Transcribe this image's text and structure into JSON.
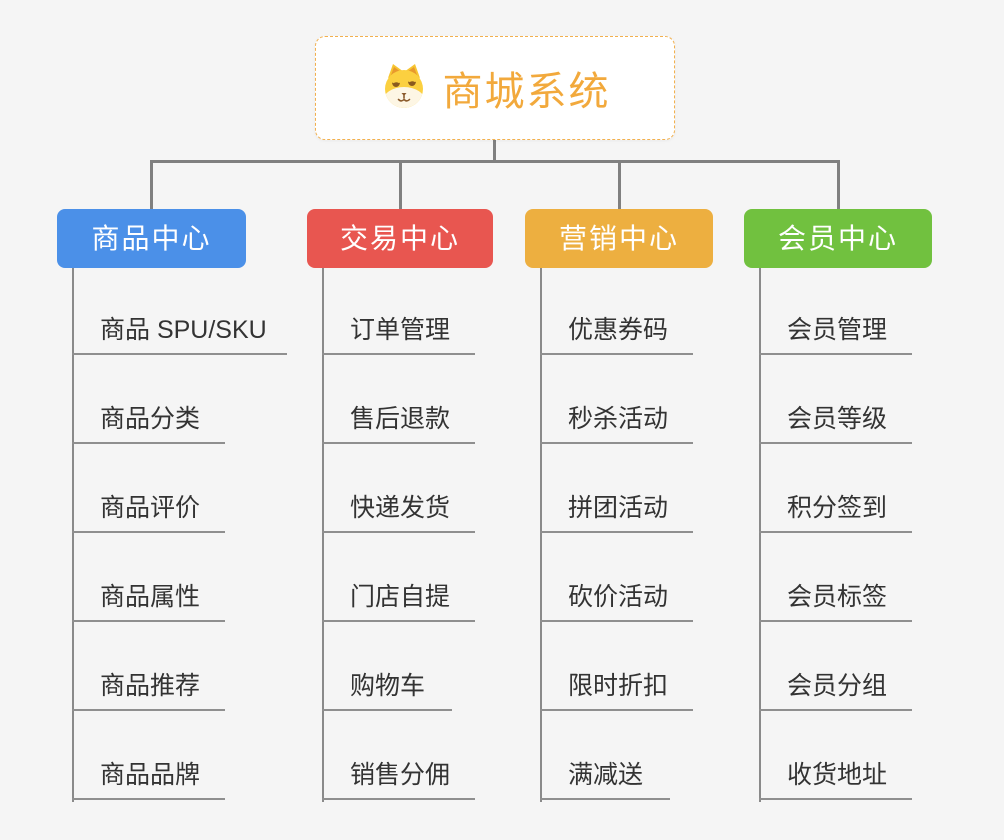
{
  "root": {
    "title": "商城系统",
    "icon": "dog-icon",
    "title_color": "#f2a93c",
    "border_color": "#f2b04e"
  },
  "connector_color": "#808080",
  "branches": [
    {
      "label": "商品中心",
      "color": "#4b90e8",
      "items": [
        "商品 SPU/SKU",
        "商品分类",
        "商品评价",
        "商品属性",
        "商品推荐",
        "商品品牌"
      ]
    },
    {
      "label": "交易中心",
      "color": "#e85650",
      "items": [
        "订单管理",
        "售后退款",
        "快递发货",
        "门店自提",
        "购物车",
        "销售分佣"
      ]
    },
    {
      "label": "营销中心",
      "color": "#edaf40",
      "items": [
        "优惠券码",
        "秒杀活动",
        "拼团活动",
        "砍价活动",
        "限时折扣",
        "满减送"
      ]
    },
    {
      "label": "会员中心",
      "color": "#71c13f",
      "items": [
        "会员管理",
        "会员等级",
        "积分签到",
        "会员标签",
        "会员分组",
        "收货地址"
      ]
    }
  ]
}
